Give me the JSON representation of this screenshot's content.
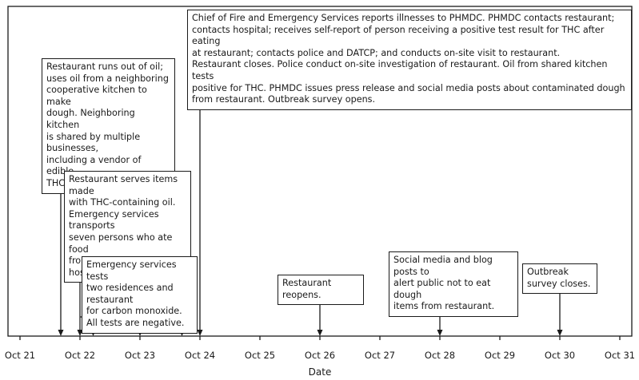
{
  "axis": {
    "title": "Date",
    "ticks": [
      "Oct 21",
      "Oct 22",
      "Oct 23",
      "Oct 24",
      "Oct 25",
      "Oct 26",
      "Oct 27",
      "Oct 28",
      "Oct 29",
      "Oct 30",
      "Oct 31"
    ]
  },
  "events": [
    {
      "id": "oil-shortage",
      "date": "Oct 21.8",
      "text": "Restaurant runs out of oil;\nuses oil from a neighboring\ncooperative kitchen to make\ndough. Neighboring kitchen\nis shared by multiple businesses,\nincluding a vendor of edible\nTHC products."
    },
    {
      "id": "thc-oil-served",
      "date": "Oct 22",
      "text": "Restaurant serves items made\nwith THC-containing oil.\nEmergency services transports\nseven persons who ate food\nfrom the restaurant to the\nhospital."
    },
    {
      "id": "carbon-monoxide-tests",
      "date": "Oct 22.2",
      "text": "Emergency services tests\ntwo residences and restaurant\nfor carbon monoxide.\nAll tests are negative."
    },
    {
      "id": "phmdc-report",
      "date": "Oct 24",
      "text": "Chief of Fire and Emergency Services reports illnesses to PHMDC. PHMDC contacts restaurant;\ncontacts hospital; receives self-report of person receiving a positive test result for THC after eating\nat restaurant; contacts police and DATCP; and conducts on-site visit to restaurant.\nRestaurant closes. Police conduct on-site investigation of restaurant. Oil from shared kitchen tests\npositive for THC. PHMDC issues press release and social media posts about contaminated dough\nfrom restaurant. Outbreak survey opens."
    },
    {
      "id": "restaurant-reopens",
      "date": "Oct 26",
      "text": "Restaurant reopens."
    },
    {
      "id": "social-media-posts",
      "date": "Oct 28",
      "text": "Social media and blog posts to\nalert public not to eat dough\nitems from restaurant."
    },
    {
      "id": "survey-closes",
      "date": "Oct 30",
      "text": "Outbreak survey closes."
    }
  ]
}
